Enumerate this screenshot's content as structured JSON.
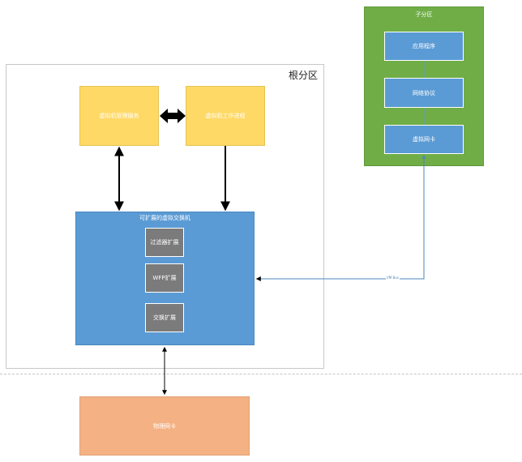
{
  "root_partition": {
    "label": "根分区"
  },
  "child_partition": {
    "label": "子分区",
    "boxes": {
      "application": "应用程序",
      "protocol": "网络协议",
      "vnic": "虚拟网卡"
    }
  },
  "services": {
    "vmms": "虚拟机管理服务",
    "vmwp": "虚拟机工作进程"
  },
  "vswitch": {
    "title": "可扩展的虚拟交换机",
    "extensions": {
      "filter": "过滤器扩展",
      "wfp": "WFP扩展",
      "switch": "交换扩展"
    }
  },
  "physical_nic": "物理网卡",
  "connectors": {
    "vmbus_label": "VM Bus"
  },
  "colors": {
    "service_yellow": "#ffd966",
    "switch_blue": "#5b9bd5",
    "extension_gray": "#7b7b7b",
    "nic_orange": "#f4b183",
    "child_green": "#70ad47",
    "arrow_black": "#000000",
    "vmbus_blue": "#4a87be"
  }
}
